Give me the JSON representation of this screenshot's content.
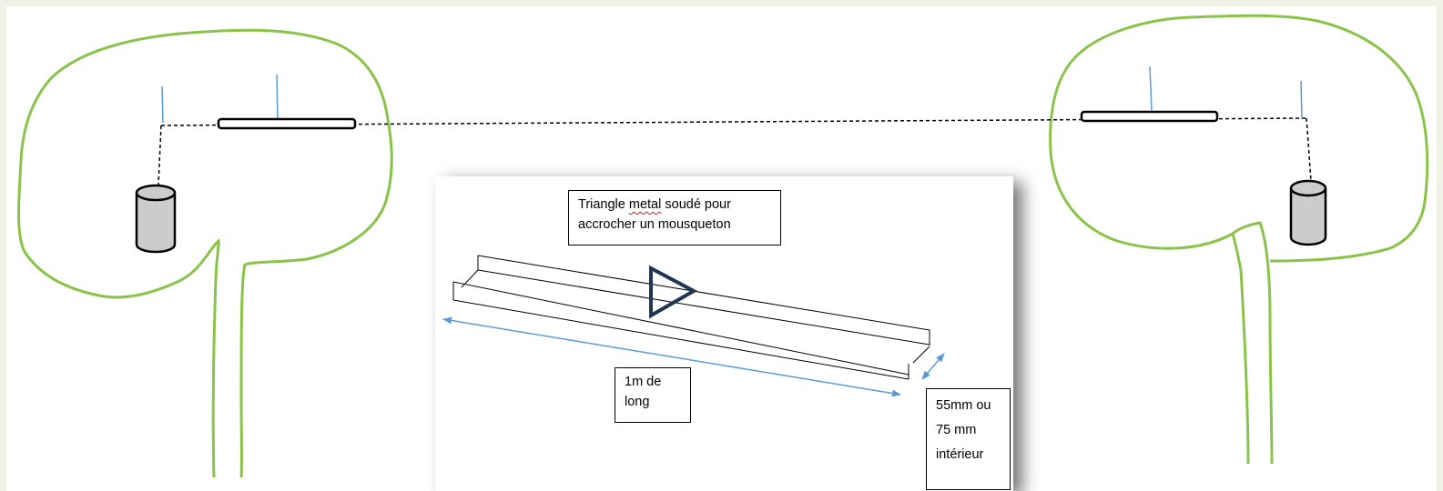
{
  "diagram": {
    "notes": {
      "triangle": {
        "before": "Triangle ",
        "misspelled": "metal",
        "after": " soudé pour accrocher un mousqueton"
      },
      "length": "1m de long",
      "width": "55mm ou 75 mm intérieur"
    },
    "colors": {
      "tree_outline": "#8bc34a",
      "arrow": "#5b9bd5",
      "line_ink": "#000000",
      "cylinder_fill": "#cccccc",
      "triangle_stroke": "#1f3550",
      "page_background": "#eef3e6",
      "spellcheck_underline": "#d21f1f"
    },
    "icons": [
      "cylinder-weight-icon",
      "metal-triangle-icon"
    ]
  }
}
